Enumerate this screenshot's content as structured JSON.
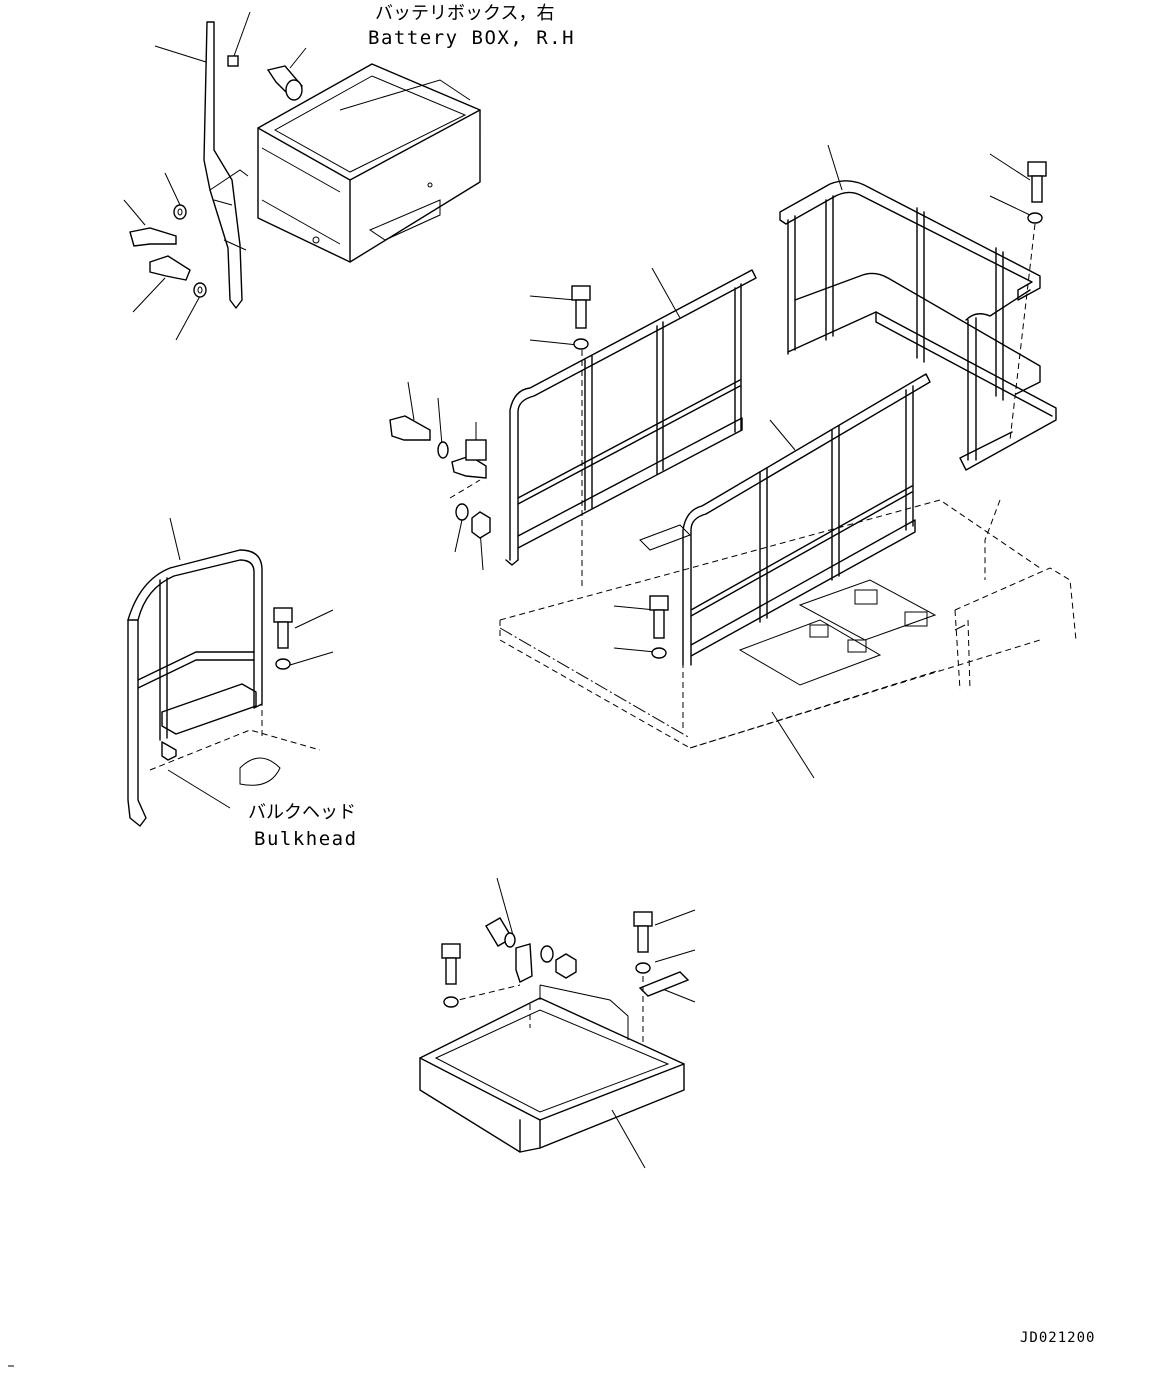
{
  "labels": {
    "battery_box_jp": "バッテリボックス，右",
    "battery_box_en": "Battery BOX, R.H",
    "bulkhead_jp": "バルクヘッド",
    "bulkhead_en": "Bulkhead",
    "drawing_code": "JD021200"
  }
}
